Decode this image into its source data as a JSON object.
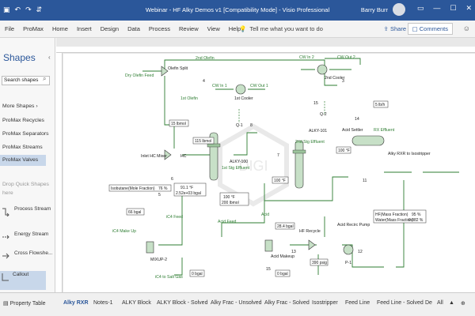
{
  "titlebar": {
    "title": "Webinar - HF Alky Demos v1 [Compatibility Mode] - Visio Professional",
    "user": "Barry Burr"
  },
  "ribbon": {
    "tabs": [
      "File",
      "ProMax",
      "Home",
      "Insert",
      "Design",
      "Data",
      "Process",
      "Review",
      "View",
      "Help"
    ],
    "tell_me": "Tell me what you want to do",
    "share": "Share",
    "comments": "Comments"
  },
  "shapes_pane": {
    "title": "Shapes",
    "search_placeholder": "Search shapes",
    "more_shapes": "More Shapes",
    "stencils": [
      "ProMax Recycles",
      "ProMax Separators",
      "ProMax Streams",
      "ProMax Valves"
    ],
    "selected_stencil": "ProMax Valves",
    "drop_quick": "Drop Quick Shapes here",
    "masters": [
      "Process Stream",
      "Energy Stream",
      "Cross Flowshe...",
      "Callout"
    ]
  },
  "bottom_tabs": {
    "property_table": "Property Table",
    "tabs": [
      "Alky RXR",
      "Notes-1",
      "ALKY Block",
      "ALKY Block - Solved",
      "Alky Frac - Unsolved",
      "Alky Frac - Solved",
      "Isostripper",
      "Feed Line",
      "Feed Line - Solved",
      "De",
      "All"
    ],
    "active": "Alky RXR"
  },
  "diagram": {
    "labels": {
      "dry_olefin_feed": "Dry Olefin Feed",
      "olefin_split": "Olefin Split",
      "s2_olefin": "2nd Olefin",
      "s1_olefin": "1st Olefin",
      "cw_in2": "CW In 2",
      "cw_out2": "CW Out 2",
      "cooler2": "2nd Cooler",
      "cw_in1": "CW In 1",
      "cw_out1": "CW Out 1",
      "cooler1": "1st Cooler",
      "q1": "Q-1",
      "q2": "Q-2",
      "alky101": "ALKY-101",
      "alky100": "ALKY-100",
      "acid_settler": "Acid Settler",
      "rx_effluent": "RX Effluent",
      "alky_rxr_iso": "Alky RXR to Isostripper",
      "inlet_hc_mixer": "Inlet HC Mixer",
      "hc": "HC",
      "s2_stg_effluent": "2nd Stg Effluent",
      "s1_stg_effluent": "1st Stg Effluent",
      "acid_feed": "Acid Feed",
      "acid": "Acid",
      "hf_recycle": "HF Recycle",
      "acid_recirc_pump": "Acid Recirc Pump",
      "acid_makeup": "Acid Makeup",
      "ic4_feed": "iC4 Feed",
      "ic4_makeup": "iC4 Make Up",
      "mixup2": "MIXUP-2",
      "ic4_salt_gas": "iC4 to Salt Gas",
      "p1": "P-1",
      "isobutane": "Isobutane(Mole Fraction)",
      "isobutane_val": "76 %",
      "hf_mass": "HF(Mass Fraction)",
      "hf_mass_val": "95 %",
      "water_mass": "Water(Mass Fraction)",
      "water_mass_val": "0.082 %",
      "v_15lbmol": "15 lbmol",
      "v_115lbmol": "115 lbmol",
      "v_91f": "91.1 °F",
      "v_252": "2.52e+03 bgal",
      "v_100f": "100 °F",
      "v_200lbmol": "200 lbmol",
      "v_100f_b": "100 °F",
      "v_100f_c": "100 °F",
      "v_5lbmol": "5 lb/h",
      "v_66": "66 bgal",
      "v_0": "0 bgal",
      "v_284": "28.4 bgal",
      "v_390": "390 psig",
      "v_0b": "0 bgal",
      "n15": "15",
      "n14": "14",
      "n11": "11",
      "n12": "12",
      "n13": "13",
      "n4": "4",
      "n6": "6",
      "n5": "5",
      "n7": "7",
      "n8": "8",
      "n3": "3",
      "watermark": "DIGI"
    }
  }
}
